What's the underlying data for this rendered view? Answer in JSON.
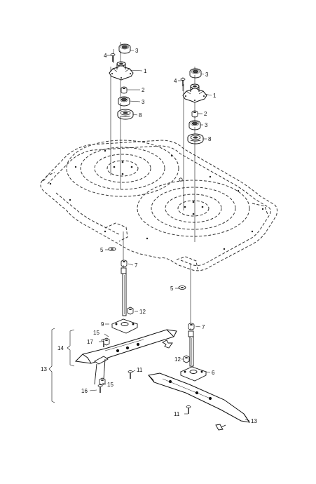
{
  "callouts": {
    "c1a": "1",
    "c1b": "1",
    "c2a": "2",
    "c2b": "2",
    "c3a": "3",
    "c3b": "3",
    "c3c": "3",
    "c3d": "3",
    "c4a": "4",
    "c4b": "4",
    "c5a": "5",
    "c5b": "5",
    "c6": "6",
    "c7a": "7",
    "c7b": "7",
    "c8a": "8",
    "c8b": "8",
    "c9": "9",
    "c11a": "11",
    "c11b": "11",
    "c12a": "12",
    "c12b": "12",
    "c13a": "13",
    "c13b": "13",
    "c14": "14",
    "c15a": "15",
    "c15b": "15",
    "c16": "16",
    "c17": "17"
  },
  "colors": {
    "line": "#1a1a1a",
    "dash": "#333333"
  }
}
